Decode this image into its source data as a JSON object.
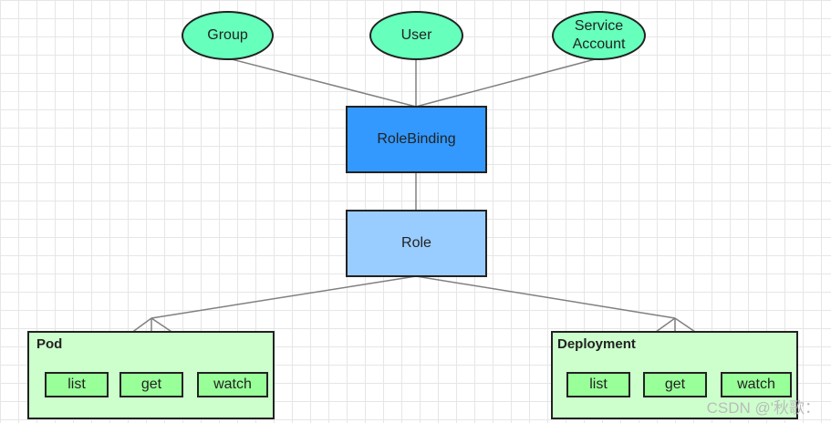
{
  "subjects": {
    "group": "Group",
    "user": "User",
    "service_account": "Service\nAccount"
  },
  "binding": {
    "label": "RoleBinding",
    "color": "#3399ff"
  },
  "role": {
    "label": "Role",
    "color": "#99ccff"
  },
  "resources": [
    {
      "title": "Pod",
      "verbs": [
        "list",
        "get",
        "watch"
      ]
    },
    {
      "title": "Deployment",
      "verbs": [
        "list",
        "get",
        "watch"
      ]
    }
  ],
  "colors": {
    "subject_fill": "#66ffbb",
    "resource_fill": "#ccffcc",
    "verb_fill": "#99ff99",
    "connector": "#808080"
  },
  "watermark": "CSDN @'秋歌："
}
